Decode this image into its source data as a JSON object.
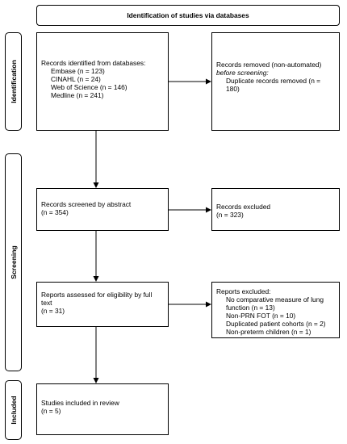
{
  "title": "Identification of studies via databases",
  "phases": {
    "identification": "Identification",
    "screening": "Screening",
    "included": "Included"
  },
  "records_identified": {
    "heading": "Records identified from databases:",
    "items": [
      "Embase (n = 123)",
      "CINAHL (n = 24)",
      "Web of Science (n = 146)",
      "Medline (n = 241)"
    ]
  },
  "records_removed": {
    "line1": "Records removed (non-automated)",
    "line2": "before screening:",
    "item_a": "Duplicate records removed (n =",
    "item_b": "180)"
  },
  "records_screened": {
    "line1": "Records screened by abstract",
    "line2": "(n = 354)"
  },
  "records_excluded": {
    "line1": "Records excluded",
    "line2": "(n = 323)"
  },
  "reports_assessed": {
    "line1": "Reports assessed for eligibility by full",
    "line2": "text",
    "line3": "(n = 31)"
  },
  "reports_excluded": {
    "heading": "Reports excluded:",
    "l1": "No comparative measure of lung",
    "l2": "function (n = 13)",
    "l3": "Non-PRN FOT (n = 10)",
    "l4": "Duplicated patient cohorts (n = 2)",
    "l5": "Non-preterm children (n = 1)"
  },
  "studies_included": {
    "line1": "Studies included in review",
    "line2": "(n = 5)"
  }
}
